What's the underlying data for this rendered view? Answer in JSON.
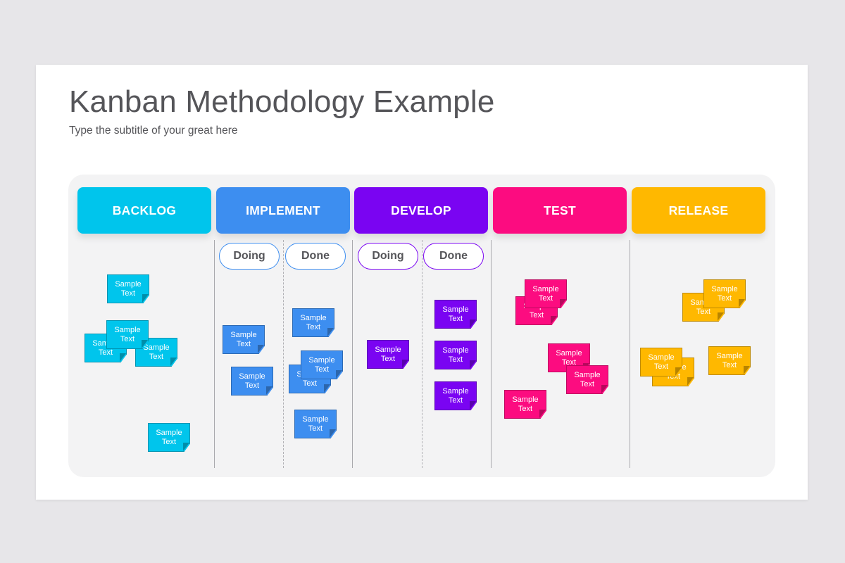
{
  "title": "Kanban Methodology Example",
  "subtitle": "Type the subtitle of your great here",
  "columns": [
    {
      "label": "BACKLOG",
      "color": "#00c5ec"
    },
    {
      "label": "IMPLEMENT",
      "color": "#3d8ef0"
    },
    {
      "label": "DEVELOP",
      "color": "#7a04f2"
    },
    {
      "label": "TEST",
      "color": "#fc0c80"
    },
    {
      "label": "RELEASE",
      "color": "#ffb800"
    }
  ],
  "sub_columns": {
    "doing": "Doing",
    "done": "Done"
  },
  "note_text": {
    "line1": "Sample",
    "line2": "Text"
  }
}
